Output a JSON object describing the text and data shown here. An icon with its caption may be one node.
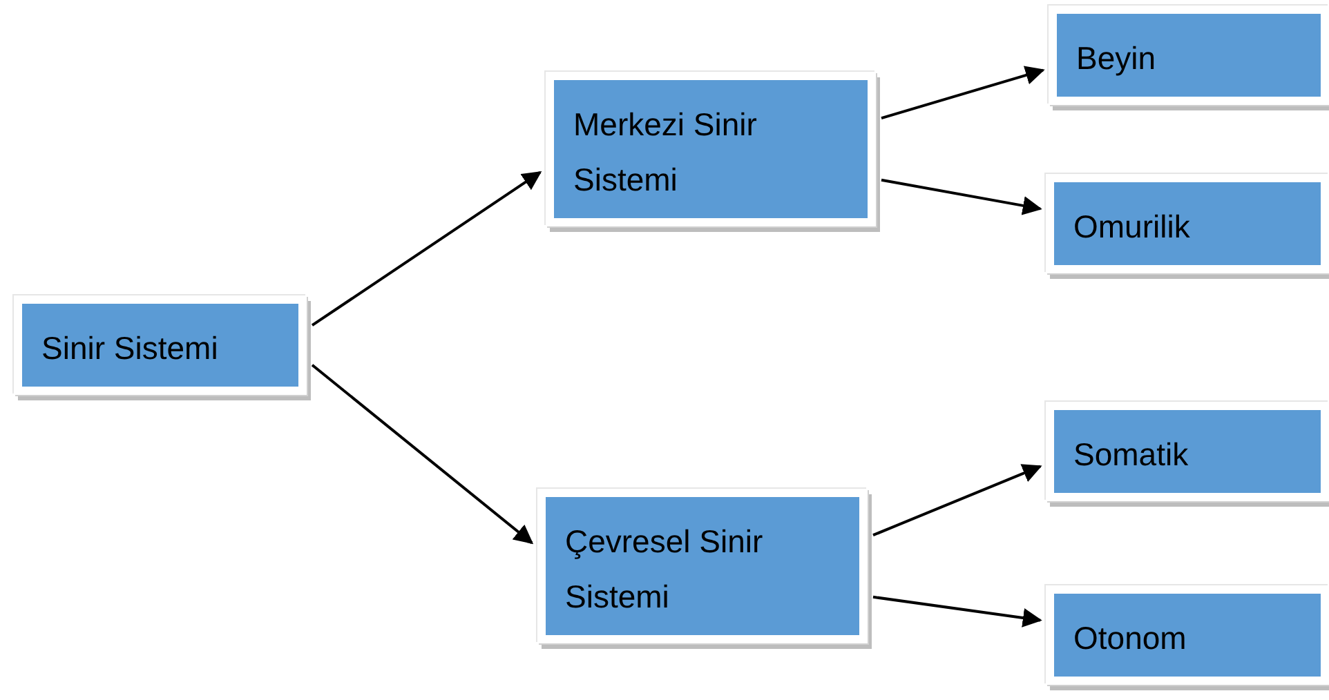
{
  "diagram": {
    "nodes": [
      {
        "text": [
          "Sinir Sistemi"
        ]
      },
      {
        "text": [
          "Merkezi Sinir Sistemi"
        ]
      },
      {
        "text": [
          "Beyin"
        ]
      },
      {
        "text": [
          "Omurilik"
        ]
      },
      {
        "text": [
          "Çevresel Sinir Sistemi"
        ]
      },
      {
        "text": [
          "Somatik"
        ]
      },
      {
        "text": [
          "Otonom"
        ]
      }
    ],
    "edges": [
      {
        "from": 0,
        "to": 1,
        "arrow": "to"
      },
      {
        "from": 0,
        "to": 4,
        "arrow": "to"
      },
      {
        "from": 1,
        "to": 2,
        "arrow": "to"
      },
      {
        "from": 1,
        "to": 3,
        "arrow": "to"
      },
      {
        "from": 4,
        "to": 5,
        "arrow": "to"
      },
      {
        "from": 4,
        "to": 6,
        "arrow": "to"
      }
    ]
  }
}
